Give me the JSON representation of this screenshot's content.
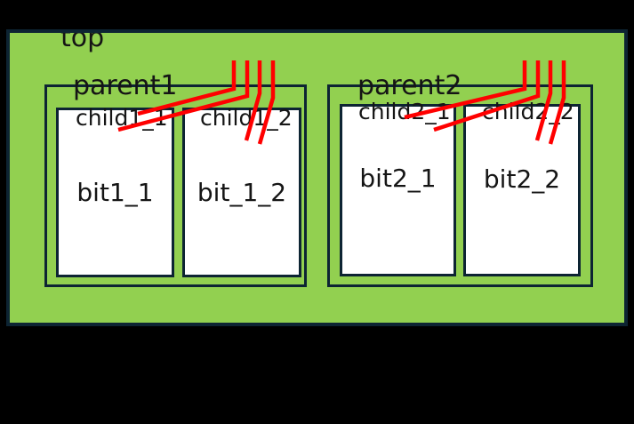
{
  "diagram": {
    "top": {
      "label": "top"
    },
    "parents": [
      {
        "label": "parent1",
        "children": [
          {
            "label": "child1_1",
            "bit": "bit1_1"
          },
          {
            "label": "child1_2",
            "bit": "bit_1_2"
          }
        ]
      },
      {
        "label": "parent2",
        "children": [
          {
            "label": "child2_1",
            "bit": "bit2_1"
          },
          {
            "label": "child2_2",
            "bit": "bit2_2"
          }
        ]
      }
    ],
    "wires": {
      "color": "#ff0000",
      "per_parent": 4,
      "style": "vertical-drop-then-diagonal"
    },
    "colors": {
      "background": "#000000",
      "module_fill": "#92d050",
      "box_border": "#0d2433",
      "bit_fill": "#ffffff",
      "text": "#151515"
    }
  }
}
